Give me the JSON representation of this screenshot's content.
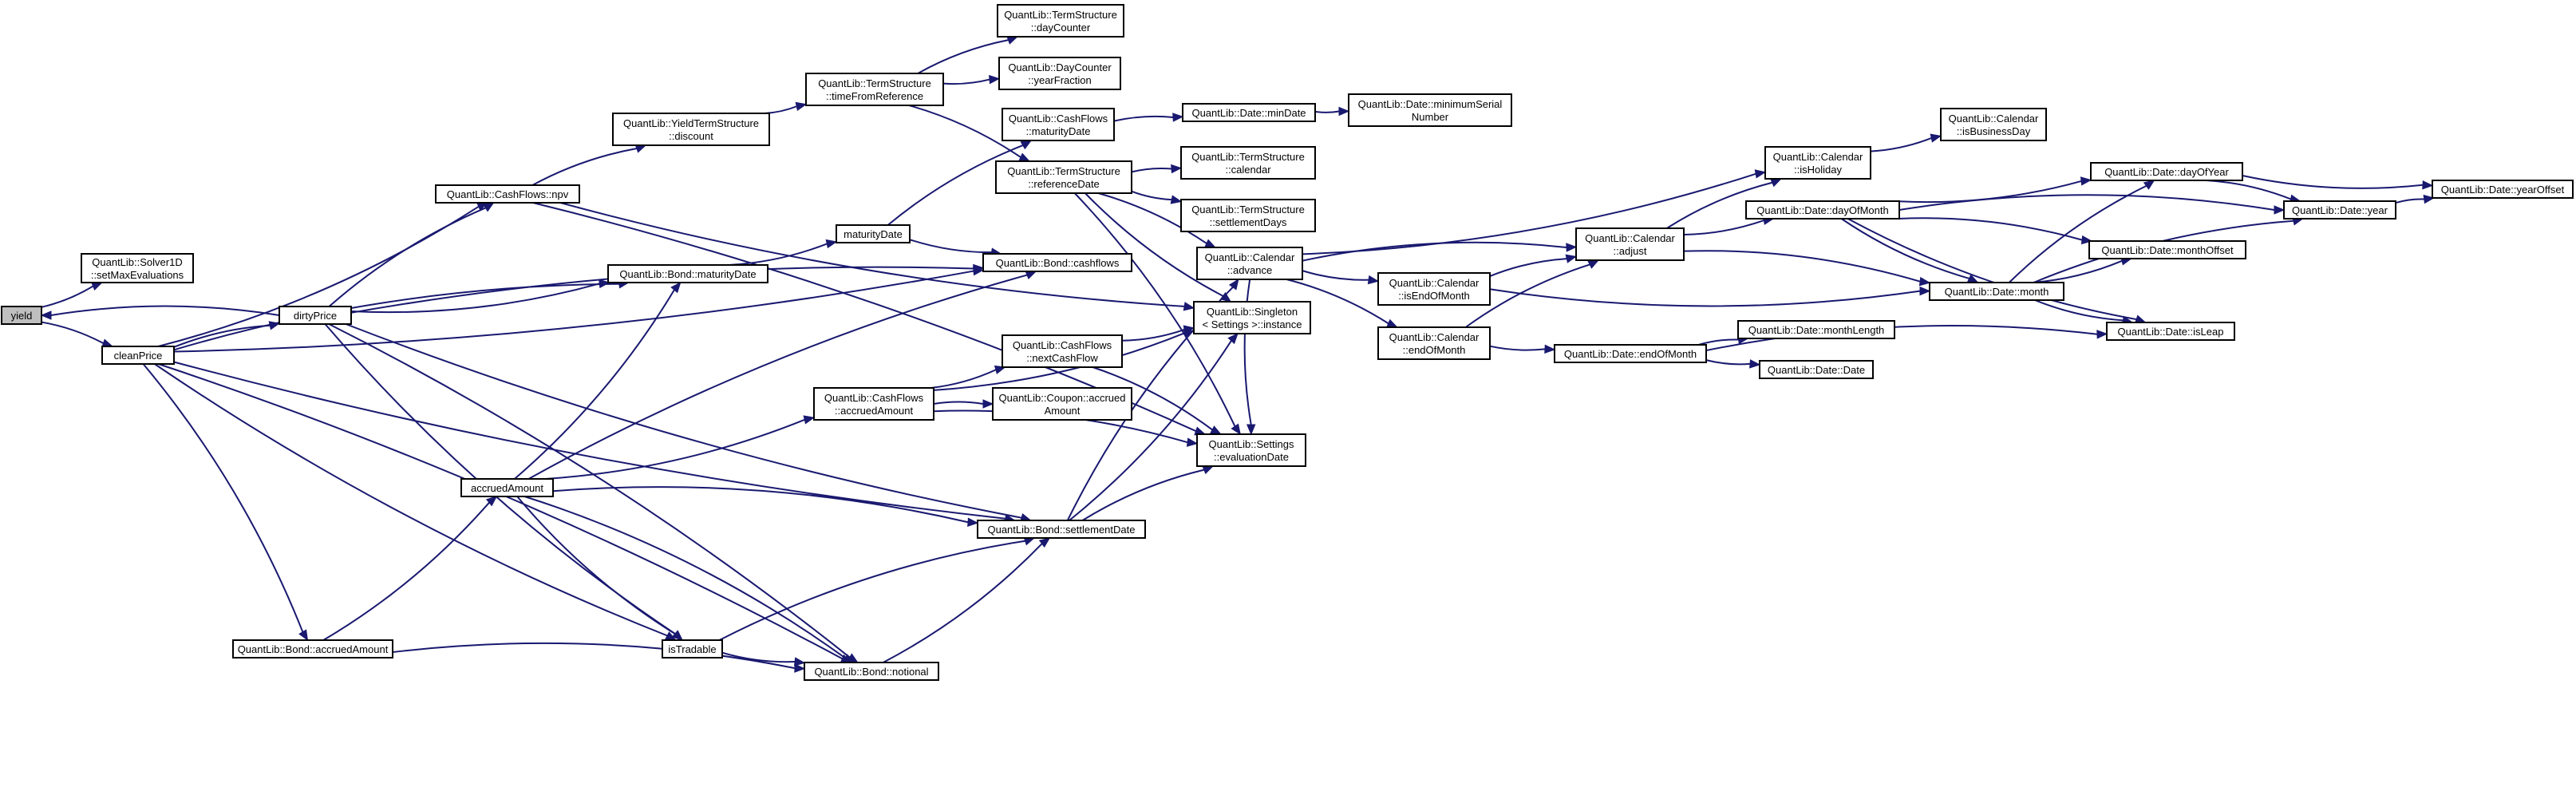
{
  "graph": {
    "colors": {
      "edge": "#191970",
      "node_border": "#000000",
      "node_fill": "#ffffff",
      "root_fill": "#bfbfbf"
    },
    "nodes": [
      {
        "id": "yield",
        "lines": [
          "yield"
        ],
        "root": true
      },
      {
        "id": "solver",
        "lines": [
          "QuantLib::Solver1D",
          "::setMaxEvaluations"
        ]
      },
      {
        "id": "cleanPrice",
        "lines": [
          "cleanPrice"
        ]
      },
      {
        "id": "dirtyPrice",
        "lines": [
          "dirtyPrice"
        ]
      },
      {
        "id": "npv",
        "lines": [
          "QuantLib::CashFlows::npv"
        ]
      },
      {
        "id": "maturityDate",
        "lines": [
          "QuantLib::Bond::maturityDate"
        ]
      },
      {
        "id": "accruedAmount",
        "lines": [
          "accruedAmount"
        ]
      },
      {
        "id": "bondAccrued",
        "lines": [
          "QuantLib::Bond::accruedAmount"
        ]
      },
      {
        "id": "isTradable",
        "lines": [
          "isTradable"
        ]
      },
      {
        "id": "notional",
        "lines": [
          "QuantLib::Bond::notional"
        ]
      },
      {
        "id": "settlementDate",
        "lines": [
          "QuantLib::Bond::settlementDate"
        ]
      },
      {
        "id": "ytsDiscount",
        "lines": [
          "QuantLib::YieldTermStructure",
          "::discount"
        ]
      },
      {
        "id": "timeFromRef",
        "lines": [
          "QuantLib::TermStructure",
          "::timeFromReference"
        ]
      },
      {
        "id": "tsDayCounter",
        "lines": [
          "QuantLib::TermStructure",
          "::dayCounter"
        ]
      },
      {
        "id": "yearFraction",
        "lines": [
          "QuantLib::DayCounter",
          "::yearFraction"
        ]
      },
      {
        "id": "cfMaturity",
        "lines": [
          "QuantLib::CashFlows",
          "::maturityDate"
        ]
      },
      {
        "id": "refDate",
        "lines": [
          "QuantLib::TermStructure",
          "::referenceDate"
        ]
      },
      {
        "id": "matDate2",
        "lines": [
          "maturityDate"
        ]
      },
      {
        "id": "cashflows",
        "lines": [
          "QuantLib::Bond::cashflows"
        ]
      },
      {
        "id": "cfAccrued",
        "lines": [
          "QuantLib::CashFlows",
          "::accruedAmount"
        ]
      },
      {
        "id": "nextCashFlow",
        "lines": [
          "QuantLib::CashFlows",
          "::nextCashFlow"
        ]
      },
      {
        "id": "couponAccrued",
        "lines": [
          "QuantLib::Coupon::accrued",
          "Amount"
        ]
      },
      {
        "id": "singleton",
        "lines": [
          "QuantLib::Singleton",
          "< Settings >::instance"
        ]
      },
      {
        "id": "evalDate",
        "lines": [
          "QuantLib::Settings",
          "::evaluationDate"
        ]
      },
      {
        "id": "minDate",
        "lines": [
          "QuantLib::Date::minDate"
        ]
      },
      {
        "id": "minSerial",
        "lines": [
          "QuantLib::Date::minimumSerial",
          "Number"
        ]
      },
      {
        "id": "tsCalendar",
        "lines": [
          "QuantLib::TermStructure",
          "::calendar"
        ]
      },
      {
        "id": "settlementDays",
        "lines": [
          "QuantLib::TermStructure",
          "::settlementDays"
        ]
      },
      {
        "id": "calAdvance",
        "lines": [
          "QuantLib::Calendar",
          "::advance"
        ]
      },
      {
        "id": "isEndOfMonth",
        "lines": [
          "QuantLib::Calendar",
          "::isEndOfMonth"
        ]
      },
      {
        "id": "calEndOfMonth",
        "lines": [
          "QuantLib::Calendar",
          "::endOfMonth"
        ]
      },
      {
        "id": "calAdjust",
        "lines": [
          "QuantLib::Calendar",
          "::adjust"
        ]
      },
      {
        "id": "isHoliday",
        "lines": [
          "QuantLib::Calendar",
          "::isHoliday"
        ]
      },
      {
        "id": "isBusinessDay",
        "lines": [
          "QuantLib::Calendar",
          "::isBusinessDay"
        ]
      },
      {
        "id": "dateEndOfMonth",
        "lines": [
          "QuantLib::Date::endOfMonth"
        ]
      },
      {
        "id": "monthLength",
        "lines": [
          "QuantLib::Date::monthLength"
        ]
      },
      {
        "id": "dateDate",
        "lines": [
          "QuantLib::Date::Date"
        ]
      },
      {
        "id": "dayOfMonth",
        "lines": [
          "QuantLib::Date::dayOfMonth"
        ]
      },
      {
        "id": "dateMonth",
        "lines": [
          "QuantLib::Date::month"
        ]
      },
      {
        "id": "dayOfYear",
        "lines": [
          "QuantLib::Date::dayOfYear"
        ]
      },
      {
        "id": "monthOffset",
        "lines": [
          "QuantLib::Date::monthOffset"
        ]
      },
      {
        "id": "isLeap",
        "lines": [
          "QuantLib::Date::isLeap"
        ]
      },
      {
        "id": "dateYear",
        "lines": [
          "QuantLib::Date::year"
        ]
      },
      {
        "id": "yearOffset",
        "lines": [
          "QuantLib::Date::yearOffset"
        ]
      }
    ],
    "edges": [
      [
        "yield",
        "solver"
      ],
      [
        "yield",
        "cleanPrice"
      ],
      [
        "dirtyPrice",
        "yield"
      ],
      [
        "cleanPrice",
        "dirtyPrice"
      ],
      [
        "cleanPrice",
        "npv"
      ],
      [
        "cleanPrice",
        "maturityDate"
      ],
      [
        "cleanPrice",
        "cashflows"
      ],
      [
        "cleanPrice",
        "bondAccrued"
      ],
      [
        "cleanPrice",
        "isTradable"
      ],
      [
        "cleanPrice",
        "notional"
      ],
      [
        "cleanPrice",
        "settlementDate"
      ],
      [
        "dirtyPrice",
        "npv"
      ],
      [
        "dirtyPrice",
        "maturityDate"
      ],
      [
        "dirtyPrice",
        "cashflows"
      ],
      [
        "dirtyPrice",
        "isTradable"
      ],
      [
        "dirtyPrice",
        "notional"
      ],
      [
        "dirtyPrice",
        "settlementDate"
      ],
      [
        "npv",
        "ytsDiscount"
      ],
      [
        "npv",
        "singleton"
      ],
      [
        "npv",
        "evalDate"
      ],
      [
        "ytsDiscount",
        "timeFromRef"
      ],
      [
        "timeFromRef",
        "tsDayCounter"
      ],
      [
        "timeFromRef",
        "yearFraction"
      ],
      [
        "timeFromRef",
        "refDate"
      ],
      [
        "maturityDate",
        "matDate2"
      ],
      [
        "matDate2",
        "cfMaturity"
      ],
      [
        "matDate2",
        "cashflows"
      ],
      [
        "cfMaturity",
        "minDate"
      ],
      [
        "minDate",
        "minSerial"
      ],
      [
        "refDate",
        "tsCalendar"
      ],
      [
        "refDate",
        "settlementDays"
      ],
      [
        "refDate",
        "calAdvance"
      ],
      [
        "refDate",
        "singleton"
      ],
      [
        "refDate",
        "evalDate"
      ],
      [
        "accruedAmount",
        "maturityDate"
      ],
      [
        "accruedAmount",
        "cashflows"
      ],
      [
        "accruedAmount",
        "cfAccrued"
      ],
      [
        "accruedAmount",
        "settlementDate"
      ],
      [
        "accruedAmount",
        "isTradable"
      ],
      [
        "accruedAmount",
        "notional"
      ],
      [
        "bondAccrued",
        "accruedAmount"
      ],
      [
        "bondAccrued",
        "notional"
      ],
      [
        "cfAccrued",
        "nextCashFlow"
      ],
      [
        "cfAccrued",
        "couponAccrued"
      ],
      [
        "cfAccrued",
        "singleton"
      ],
      [
        "cfAccrued",
        "evalDate"
      ],
      [
        "nextCashFlow",
        "singleton"
      ],
      [
        "nextCashFlow",
        "evalDate"
      ],
      [
        "isTradable",
        "notional"
      ],
      [
        "isTradable",
        "settlementDate"
      ],
      [
        "notional",
        "settlementDate"
      ],
      [
        "settlementDate",
        "calAdvance"
      ],
      [
        "settlementDate",
        "singleton"
      ],
      [
        "settlementDate",
        "evalDate"
      ],
      [
        "calAdvance",
        "isHoliday"
      ],
      [
        "calAdvance",
        "calAdjust"
      ],
      [
        "calAdvance",
        "isEndOfMonth"
      ],
      [
        "calAdvance",
        "calEndOfMonth"
      ],
      [
        "calAdvance",
        "evalDate"
      ],
      [
        "isEndOfMonth",
        "calAdjust"
      ],
      [
        "isEndOfMonth",
        "dateMonth"
      ],
      [
        "calEndOfMonth",
        "calAdjust"
      ],
      [
        "calEndOfMonth",
        "dateEndOfMonth"
      ],
      [
        "calAdjust",
        "isHoliday"
      ],
      [
        "calAdjust",
        "dayOfMonth"
      ],
      [
        "calAdjust",
        "dateMonth"
      ],
      [
        "isHoliday",
        "isBusinessDay"
      ],
      [
        "dateEndOfMonth",
        "monthLength"
      ],
      [
        "dateEndOfMonth",
        "dateDate"
      ],
      [
        "dateEndOfMonth",
        "isLeap"
      ],
      [
        "dayOfMonth",
        "dayOfYear"
      ],
      [
        "dayOfMonth",
        "dateYear"
      ],
      [
        "dayOfMonth",
        "dateMonth"
      ],
      [
        "dayOfMonth",
        "monthOffset"
      ],
      [
        "dayOfMonth",
        "isLeap"
      ],
      [
        "dateMonth",
        "dayOfYear"
      ],
      [
        "dateMonth",
        "monthOffset"
      ],
      [
        "dateMonth",
        "dateYear"
      ],
      [
        "dateMonth",
        "isLeap"
      ],
      [
        "dayOfYear",
        "dateYear"
      ],
      [
        "dayOfYear",
        "yearOffset"
      ],
      [
        "dateYear",
        "yearOffset"
      ]
    ]
  }
}
